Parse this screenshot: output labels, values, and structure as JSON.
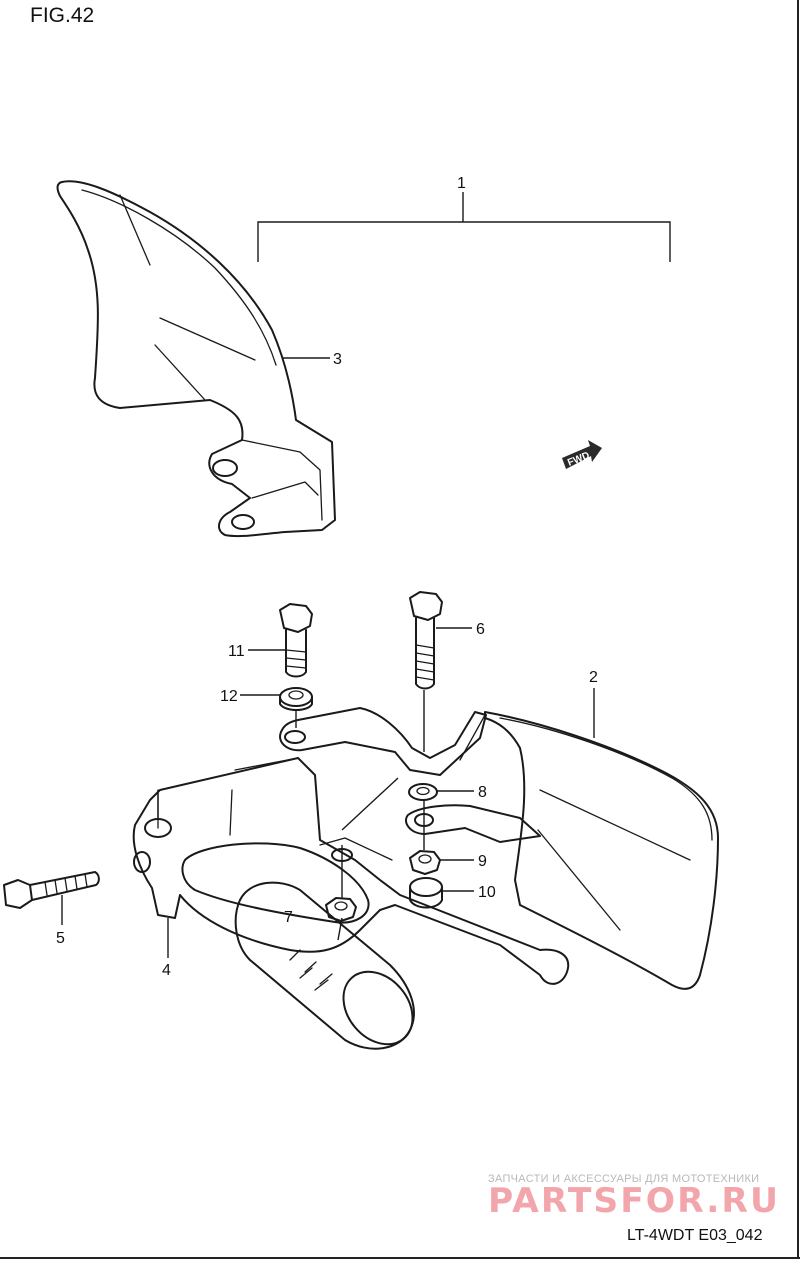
{
  "figure": {
    "title": "FIG.42"
  },
  "model_code": "LT-4WDT E03_042",
  "watermark": {
    "tagline": "ЗАПЧАСТИ И АКСЕССУАРЫ ДЛЯ МОТОТЕХНИКИ",
    "brand": "PARTSFOR.RU"
  },
  "fwd_badge": "FWD",
  "callouts": [
    {
      "id": "1",
      "label": "1"
    },
    {
      "id": "2",
      "label": "2"
    },
    {
      "id": "3",
      "label": "3"
    },
    {
      "id": "4",
      "label": "4"
    },
    {
      "id": "5",
      "label": "5"
    },
    {
      "id": "6",
      "label": "6"
    },
    {
      "id": "7",
      "label": "7"
    },
    {
      "id": "8",
      "label": "8"
    },
    {
      "id": "9",
      "label": "9"
    },
    {
      "id": "10",
      "label": "10"
    },
    {
      "id": "11",
      "label": "11"
    },
    {
      "id": "12",
      "label": "12"
    }
  ]
}
